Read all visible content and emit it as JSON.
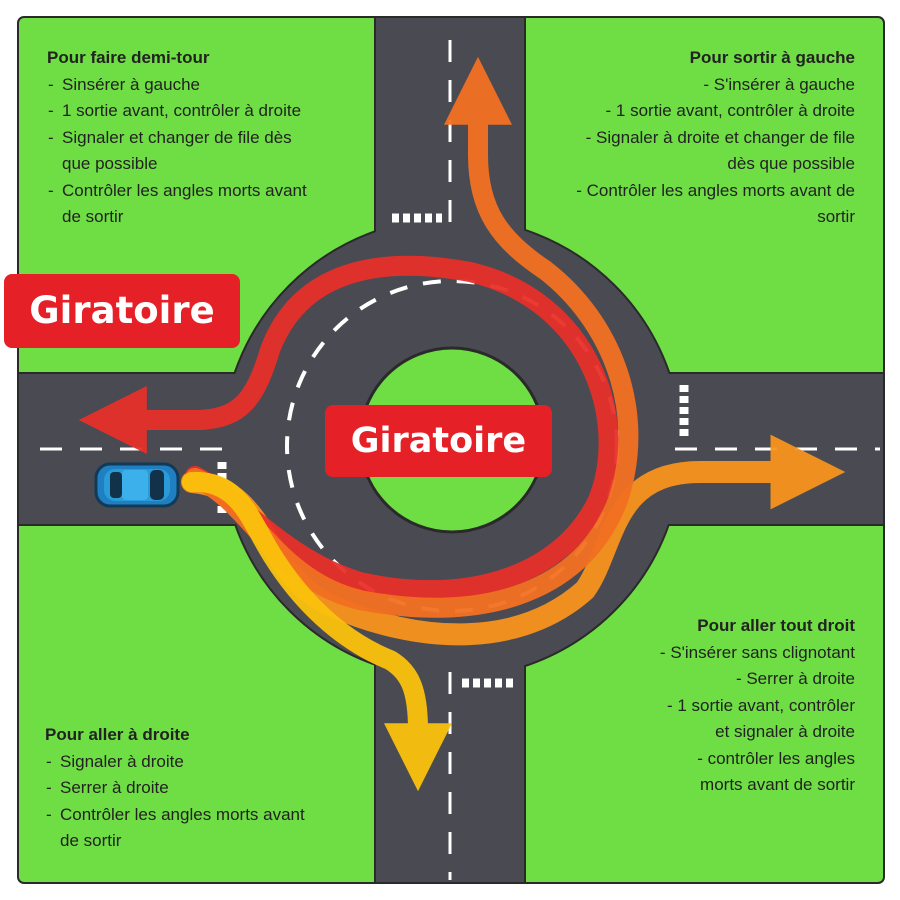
{
  "labels": {
    "main": "Giratoire",
    "center": "Giratoire"
  },
  "panels": {
    "top_left": {
      "title": "Pour faire demi-tour",
      "items": [
        "Sinsérer à gauche",
        "1 sortie avant, contrôler à droite",
        "Signaler et changer de file dès que possible",
        "Contrôler les angles morts avant de sortir"
      ]
    },
    "top_right": {
      "title": "Pour sortir à gauche",
      "items": [
        "S'insérer à gauche",
        "1 sortie avant, contrôler à droite",
        "Signaler à droite et changer de file dès que possible",
        "Contrôler les angles morts avant de sortir"
      ]
    },
    "bottom_left": {
      "title": "Pour aller à droite",
      "items": [
        "Signaler à droite",
        "Serrer à droite",
        "Contrôler les angles morts avant de sortir"
      ]
    },
    "bottom_right": {
      "title": "Pour aller tout droit",
      "items": [
        "S'insérer sans clignotant",
        "Serrer à droite",
        "1 sortie avant, contrôler et signaler à droite",
        "contrôler les angles morts avant de sortir"
      ]
    }
  },
  "colors": {
    "grass": "#6fde44",
    "road": "#4a4a52",
    "marking": "#ffffff",
    "label_red": "#e62027",
    "path_u_turn": "#e8302a",
    "path_left": "#f37021",
    "path_straight": "#f7931e",
    "path_right": "#fbc20d",
    "car": "#2a9bd7"
  }
}
